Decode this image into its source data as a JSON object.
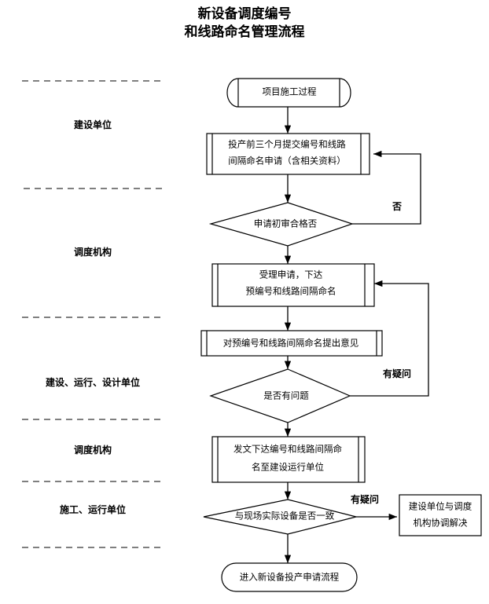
{
  "document": {
    "title_lines": [
      "新设备调度编号",
      "和线路命名管理流程"
    ]
  },
  "lanes": [
    {
      "label": "建设单位"
    },
    {
      "label": "调度机构"
    },
    {
      "label": "建设、运行、设计单位"
    },
    {
      "label": "调度机构"
    },
    {
      "label": "施工、运行单位"
    }
  ],
  "nodes": [
    {
      "id": "start",
      "shape": "stored-data",
      "lines": [
        "项目施工过程"
      ]
    },
    {
      "id": "submit-application",
      "shape": "process-bars",
      "lines": [
        "投产前三个月提交编号和线路",
        "间隔命名申请（含相关资料）"
      ]
    },
    {
      "id": "review-decision",
      "shape": "decision",
      "lines": [
        "申请初审合格否"
      ]
    },
    {
      "id": "accept-and-issue",
      "shape": "process-bars",
      "lines": [
        "受理申请，下达",
        "预编号和线路间隔命名"
      ]
    },
    {
      "id": "give-opinion",
      "shape": "process-bars",
      "lines": [
        "对预编号和线路间隔命名提出意见"
      ]
    },
    {
      "id": "problem-decision",
      "shape": "decision",
      "lines": [
        "是否有问题"
      ]
    },
    {
      "id": "issue-document",
      "shape": "process-bars",
      "lines": [
        "发文下达编号和线路间隔命",
        "名至建设运行单位"
      ]
    },
    {
      "id": "consistency-decision",
      "shape": "decision",
      "lines": [
        "与现场实际设备是否一致"
      ]
    },
    {
      "id": "coordinate-resolve",
      "shape": "rect",
      "lines": [
        "建设单位与调度",
        "机构协调解决"
      ]
    },
    {
      "id": "end",
      "shape": "terminator",
      "lines": [
        "进入新设备投产申请流程"
      ]
    }
  ],
  "edge_labels": [
    {
      "id": "no-label",
      "text": "否"
    },
    {
      "id": "doubt-label-1",
      "text": "有疑问"
    },
    {
      "id": "doubt-label-2",
      "text": "有疑问"
    }
  ],
  "colors": {
    "stroke": "#000000",
    "background": "#ffffff",
    "lane_divider": "#555555"
  }
}
